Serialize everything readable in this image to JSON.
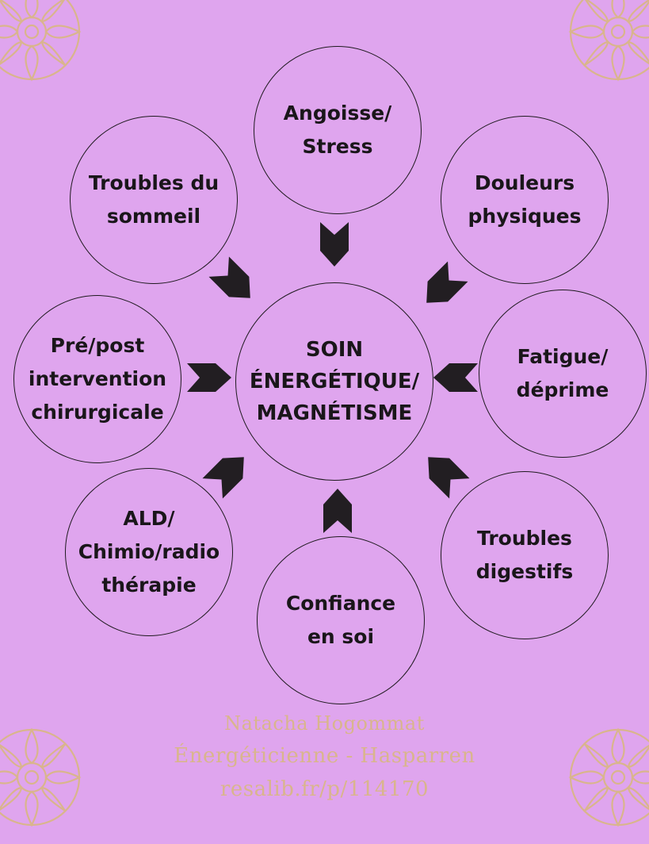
{
  "center": {
    "lines": "SOIN\nÉNERGÉTIQUE/\nMAGNÉTISME"
  },
  "nodes": [
    {
      "id": "angoisse",
      "label": "Angoisse/\nStress"
    },
    {
      "id": "douleurs",
      "label": "Douleurs\nphysiques"
    },
    {
      "id": "fatigue",
      "label": "Fatigue/\ndéprime"
    },
    {
      "id": "digestifs",
      "label": "Troubles\ndigestifs"
    },
    {
      "id": "confiance",
      "label": "Confiance\nen soi"
    },
    {
      "id": "ald",
      "label": "ALD/\nChimio/radio\nthérapie"
    },
    {
      "id": "chirurgicale",
      "label": "Pré/post\nintervention\nchirurgicale"
    },
    {
      "id": "sommeil",
      "label": "Troubles du\nsommeil"
    }
  ],
  "footer": {
    "name": "Natacha Hogommat",
    "role": "Énergéticienne - Hasparren",
    "link": "resalib.fr/p/114170"
  },
  "colors": {
    "background": "#dfa5ee",
    "stroke": "#1f1a1f",
    "arrow": "#221e22",
    "ornament": "#d9b58c"
  }
}
